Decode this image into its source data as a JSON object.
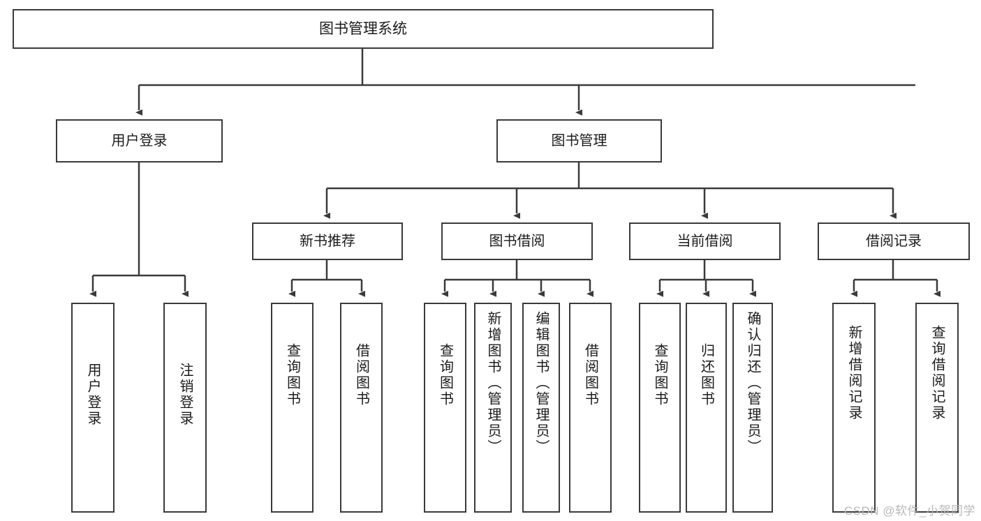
{
  "diagram": {
    "type": "tree-hierarchy",
    "title": "图书管理系统",
    "orientation": "top-down",
    "colors": {
      "box_border": "#3a3a3a",
      "box_fill": "#ffffff",
      "connector": "#3a3a3a",
      "text": "#1b1b1b",
      "watermark": "#b8b8b8",
      "background": "#ffffff"
    },
    "root": {
      "id": "root",
      "label": "图书管理系统"
    },
    "level2": [
      {
        "id": "user-login",
        "label": "用户登录"
      },
      {
        "id": "book-management",
        "label": "图书管理"
      }
    ],
    "level3": [
      {
        "id": "new-book-recommend",
        "label": "新书推荐",
        "parent": "book-management"
      },
      {
        "id": "book-borrow",
        "label": "图书借阅",
        "parent": "book-management"
      },
      {
        "id": "current-borrow",
        "label": "当前借阅",
        "parent": "book-management"
      },
      {
        "id": "borrow-record",
        "label": "借阅记录",
        "parent": "book-management"
      }
    ],
    "leaves": [
      {
        "id": "leaf-user-login",
        "label": "用户登录",
        "parent": "user-login"
      },
      {
        "id": "leaf-logout",
        "label": "注销登录",
        "parent": "user-login"
      },
      {
        "id": "leaf-query-book-1",
        "label": "查询图书",
        "parent": "new-book-recommend"
      },
      {
        "id": "leaf-borrow-book-1",
        "label": "借阅图书",
        "parent": "new-book-recommend"
      },
      {
        "id": "leaf-query-book-2",
        "label": "查询图书",
        "parent": "book-borrow"
      },
      {
        "id": "leaf-add-book",
        "label": "新增图书（管理员）",
        "parent": "book-borrow"
      },
      {
        "id": "leaf-edit-book",
        "label": "编辑图书（管理员）",
        "parent": "book-borrow"
      },
      {
        "id": "leaf-borrow-book-2",
        "label": "借阅图书",
        "parent": "book-borrow"
      },
      {
        "id": "leaf-query-book-3",
        "label": "查询图书",
        "parent": "current-borrow"
      },
      {
        "id": "leaf-return-book",
        "label": "归还图书",
        "parent": "current-borrow"
      },
      {
        "id": "leaf-confirm-return",
        "label": "确认归还（管理员）",
        "parent": "current-borrow"
      },
      {
        "id": "leaf-add-record",
        "label": "新增借阅记录",
        "parent": "borrow-record"
      },
      {
        "id": "leaf-query-record",
        "label": "查询借阅记录",
        "parent": "borrow-record"
      }
    ]
  },
  "watermark": {
    "text": "CSDN @软件_小贺同学"
  }
}
